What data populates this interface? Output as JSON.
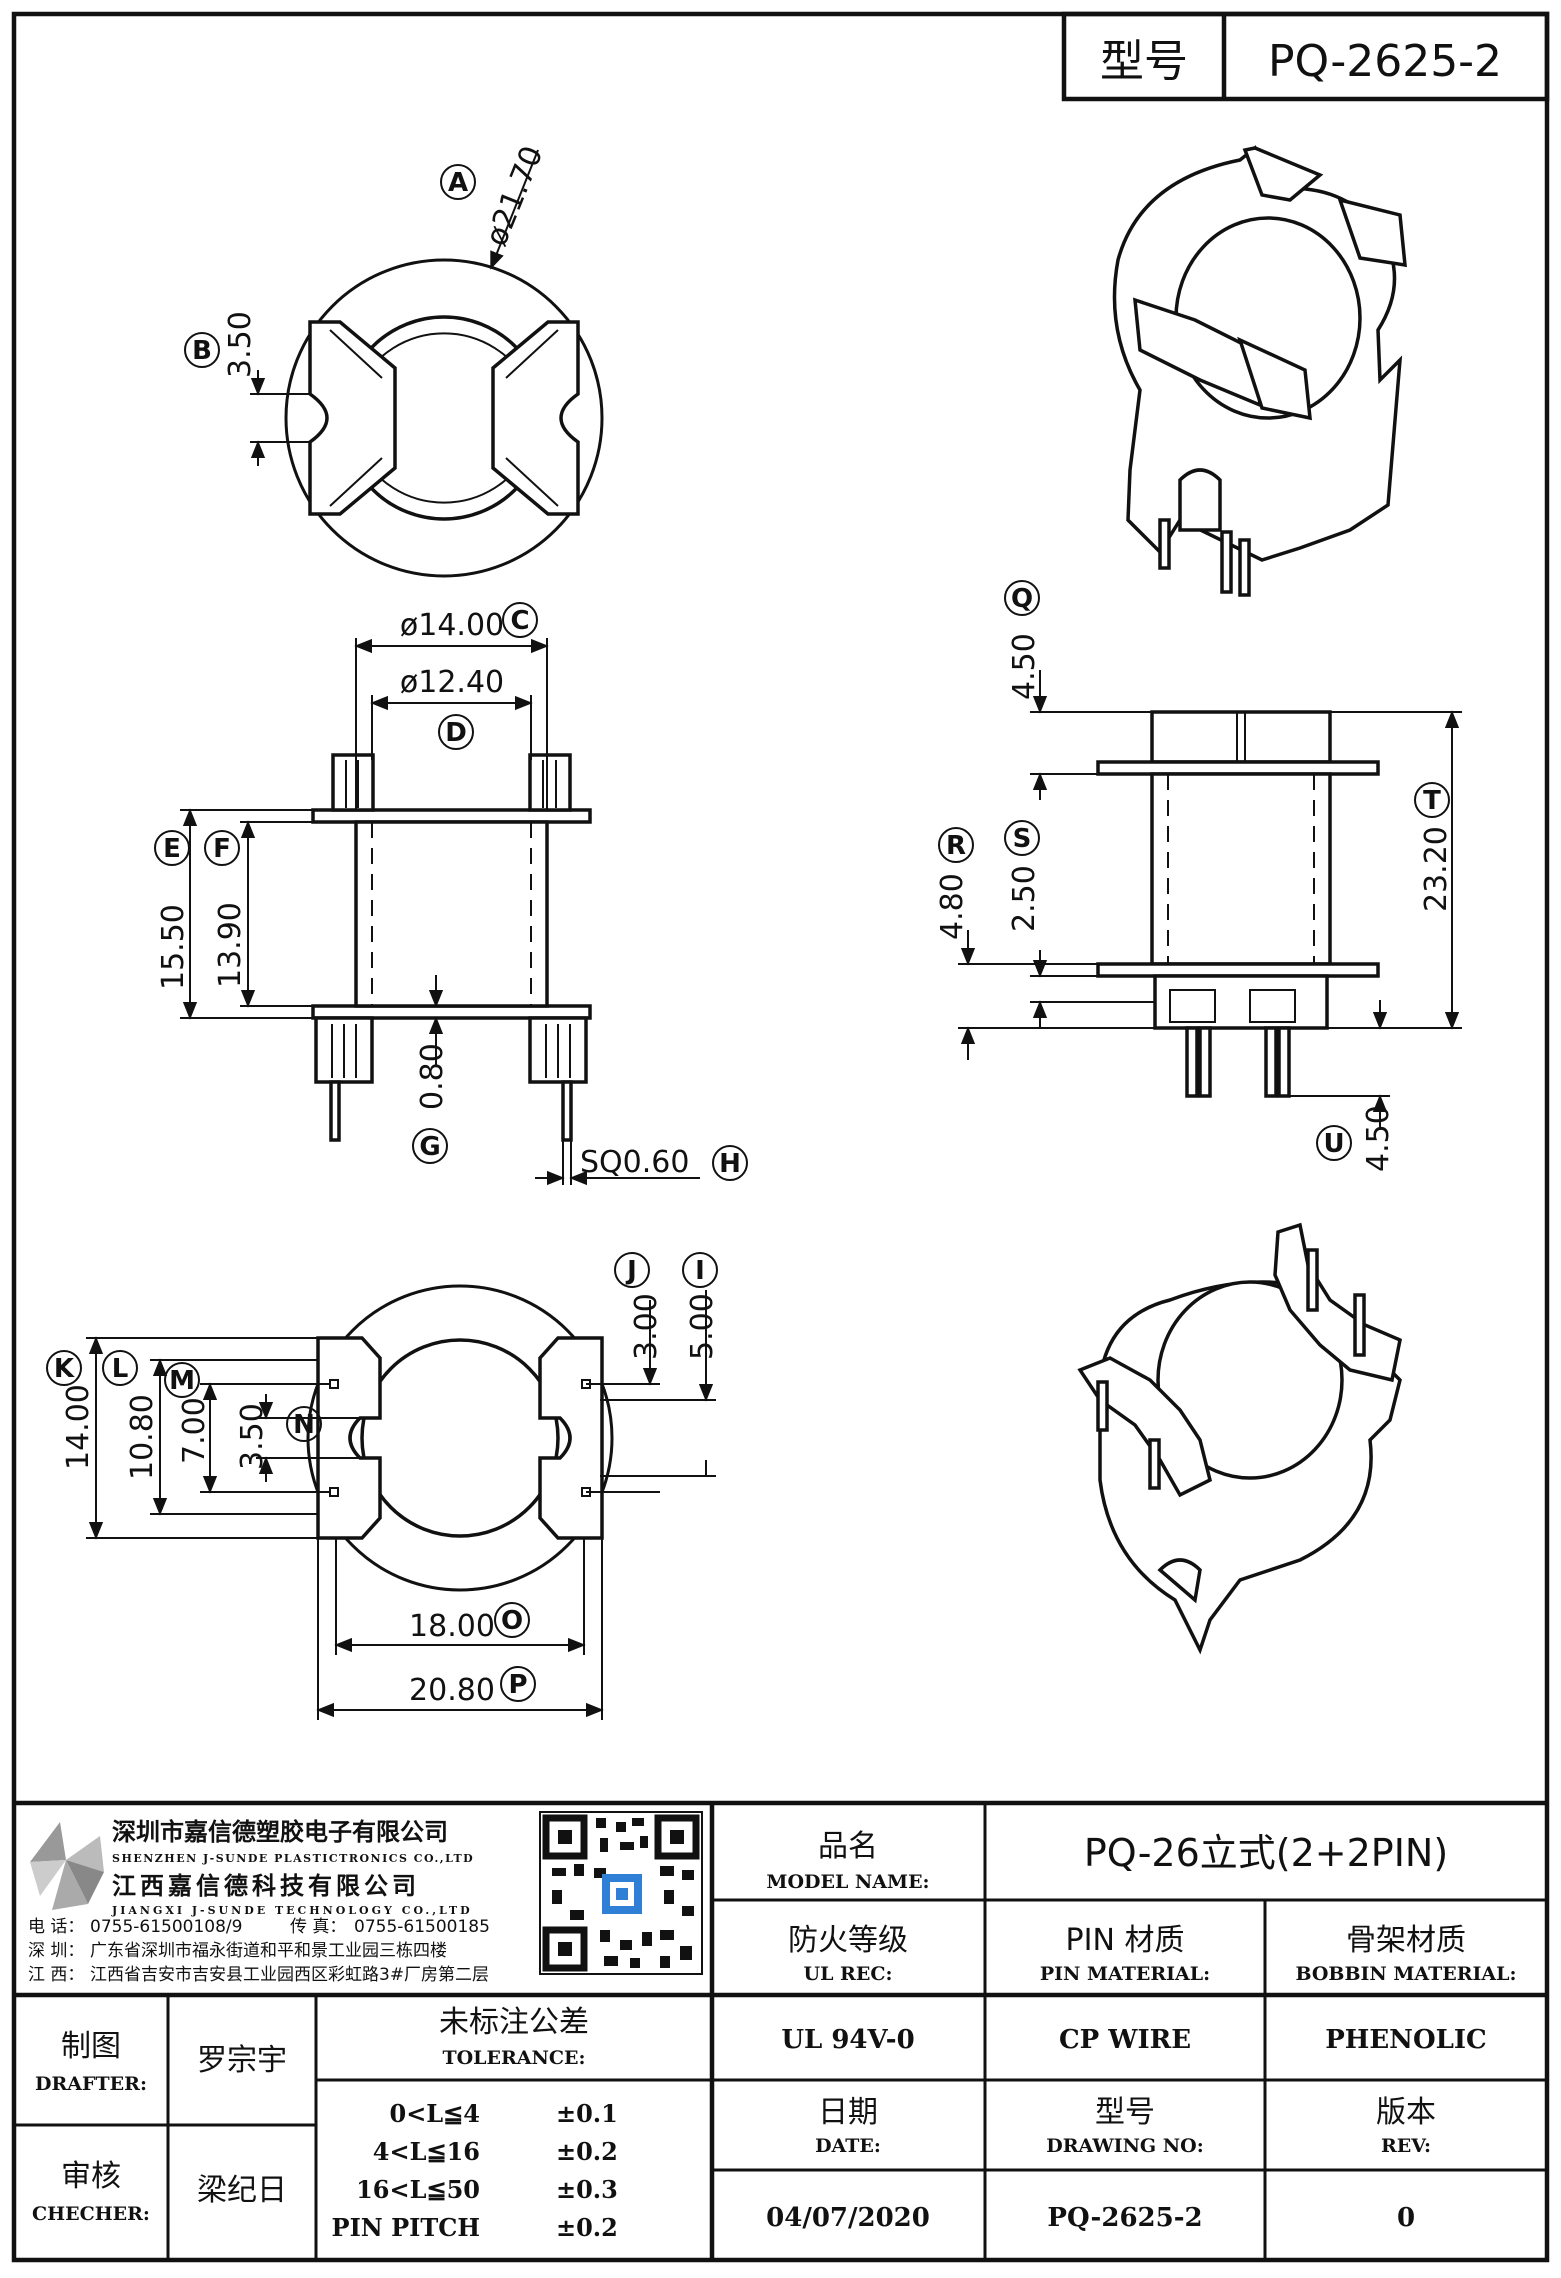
{
  "header": {
    "model_label": "型号",
    "model_value": "PQ-2625-2"
  },
  "views": {
    "top_view": {
      "dims": [
        {
          "tag": "A",
          "text": "ø21.70"
        },
        {
          "tag": "B",
          "text": "3.50"
        }
      ]
    },
    "front_view": {
      "dims": [
        {
          "tag": "C",
          "text": "ø14.00"
        },
        {
          "tag": "D",
          "text": "ø12.40"
        },
        {
          "tag": "E",
          "text": "15.50"
        },
        {
          "tag": "F",
          "text": "13.90"
        },
        {
          "tag": "G",
          "text": "0.80"
        },
        {
          "tag": "H",
          "text": "SQ0.60"
        }
      ]
    },
    "side_view": {
      "dims": [
        {
          "tag": "Q",
          "text": "4.50"
        },
        {
          "tag": "R",
          "text": "4.80"
        },
        {
          "tag": "S",
          "text": "2.50"
        },
        {
          "tag": "T",
          "text": "23.20"
        },
        {
          "tag": "U",
          "text": "4.50"
        }
      ]
    },
    "bottom_view": {
      "dims": [
        {
          "tag": "I",
          "text": "5.00"
        },
        {
          "tag": "J",
          "text": "3.00"
        },
        {
          "tag": "K",
          "text": "14.00"
        },
        {
          "tag": "L",
          "text": "10.80"
        },
        {
          "tag": "M",
          "text": "7.00"
        },
        {
          "tag": "N",
          "text": "3.50"
        },
        {
          "tag": "O",
          "text": "18.00"
        },
        {
          "tag": "P",
          "text": "20.80"
        }
      ]
    }
  },
  "title_block": {
    "company_cn_1": "深圳市嘉信德塑胶电子有限公司",
    "company_en_1": "SHENZHEN J-SUNDE PLASTICTRONICS CO.,LTD",
    "company_cn_2": "江西嘉信德科技有限公司",
    "company_en_2": "JIANGXI J-SUNDE TECHNOLOGY CO.,LTD",
    "phone_label": "电 话：",
    "phone": "0755-61500108/9",
    "fax_label": "传 真：",
    "fax": "0755-61500185",
    "addr1_label": "深 圳：",
    "addr1": "广东省深圳市福永街道和平和景工业园三栋四楼",
    "addr2_label": "江 西：",
    "addr2": "江西省吉安市吉安县工业园西区彩虹路3#厂房第二层",
    "model_name_cn": "品名",
    "model_name_en": "MODEL NAME:",
    "model_name_value": "PQ-26立式(2+2PIN)",
    "ul_cn": "防火等级",
    "ul_en": "UL REC:",
    "ul_value": "UL 94V-0",
    "pin_cn": "PIN 材质",
    "pin_en": "PIN MATERIAL:",
    "pin_value": "CP WIRE",
    "bobbin_cn": "骨架材质",
    "bobbin_en": "BOBBIN MATERIAL:",
    "bobbin_value": "PHENOLIC",
    "drafter_cn": "制图",
    "drafter_en": "DRAFTER:",
    "drafter_value": "罗宗宇",
    "checker_cn": "审核",
    "checker_en": "CHECHER:",
    "checker_value": "梁纪日",
    "tolerance_cn": "未标注公差",
    "tolerance_en": "TOLERANCE:",
    "tolerance_rows": [
      {
        "range": "0<L≦4",
        "value": "±0.1"
      },
      {
        "range": "4<L≦16",
        "value": "±0.2"
      },
      {
        "range": "16<L≦50",
        "value": "±0.3"
      },
      {
        "range": "PIN PITCH",
        "value": "±0.2"
      }
    ],
    "date_cn": "日期",
    "date_en": "DATE:",
    "date_value": "04/07/2020",
    "drawing_cn": "型号",
    "drawing_en": "DRAWING NO:",
    "drawing_value": "PQ-2625-2",
    "rev_cn": "版本",
    "rev_en": "REV:",
    "rev_value": "0"
  }
}
